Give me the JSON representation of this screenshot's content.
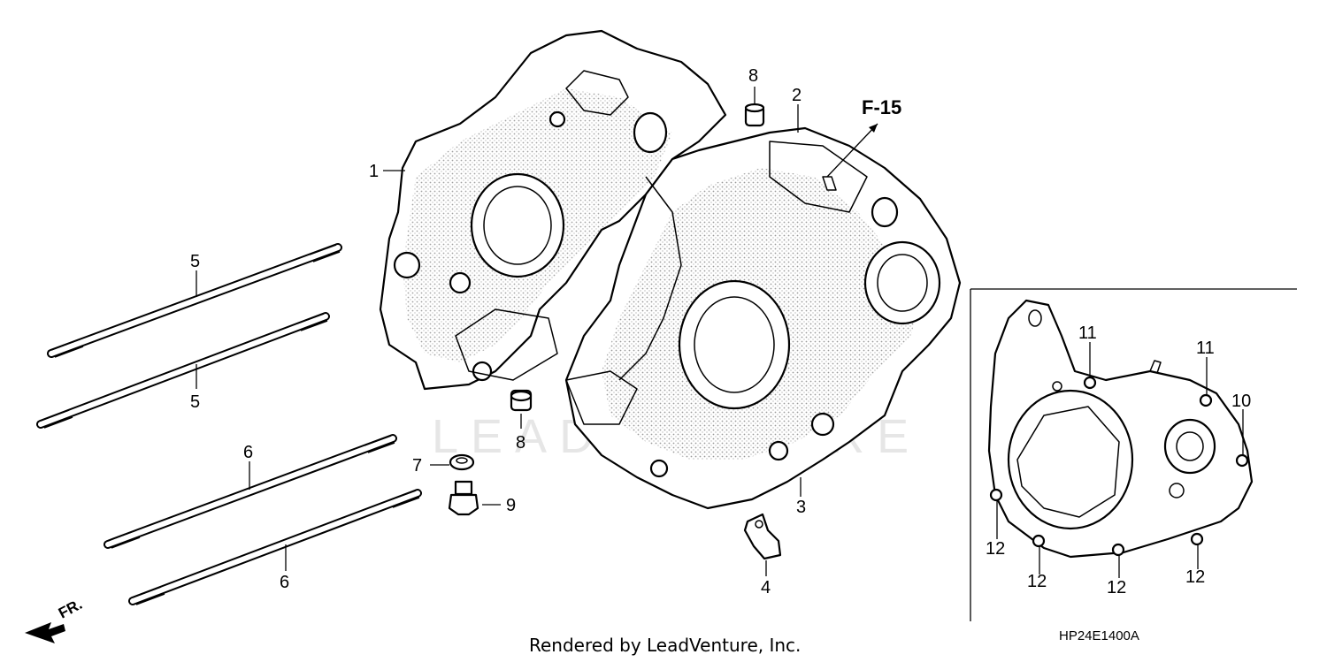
{
  "watermark": "LEADVENTURE",
  "reference_label": "F-15",
  "direction_label": "FR.",
  "footer": "Rendered by LeadVenture, Inc.",
  "diagram_code": "HP24E1400A",
  "callouts": {
    "c1": "1",
    "c2": "2",
    "c3": "3",
    "c4": "4",
    "c5a": "5",
    "c5b": "5",
    "c6a": "6",
    "c6b": "6",
    "c7": "7",
    "c8a": "8",
    "c8b": "8",
    "c9": "9",
    "c10": "10",
    "c11a": "11",
    "c11b": "11",
    "c12a": "12",
    "c12b": "12",
    "c12c": "12",
    "c12d": "12"
  }
}
